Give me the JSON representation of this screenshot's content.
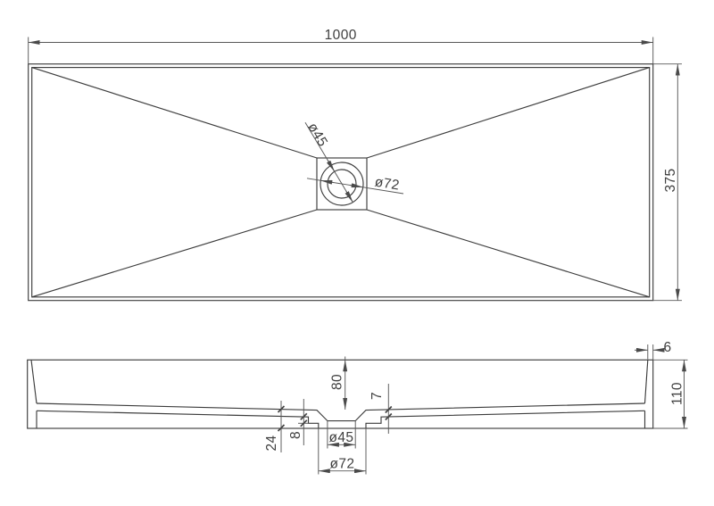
{
  "drawing": {
    "background_color": "#ffffff",
    "line_color": "#3d3d3d",
    "dimension_line_color": "#585858",
    "views": {
      "top_view": {
        "name": "plan-view",
        "dimensions": {
          "overall_width": "1000",
          "overall_depth": "375",
          "drain_hole_diameter": "ø45",
          "drain_recess_diameter": "ø72"
        }
      },
      "side_view": {
        "name": "section-view",
        "dimensions": {
          "rim_thickness": "6",
          "overall_height": "110",
          "bowl_depth": "80",
          "floor_thickness": "7",
          "underside_step": "8",
          "drain_boss_depth": "24",
          "drain_hole_diameter": "ø45",
          "drain_recess_diameter": "ø72"
        }
      }
    }
  }
}
